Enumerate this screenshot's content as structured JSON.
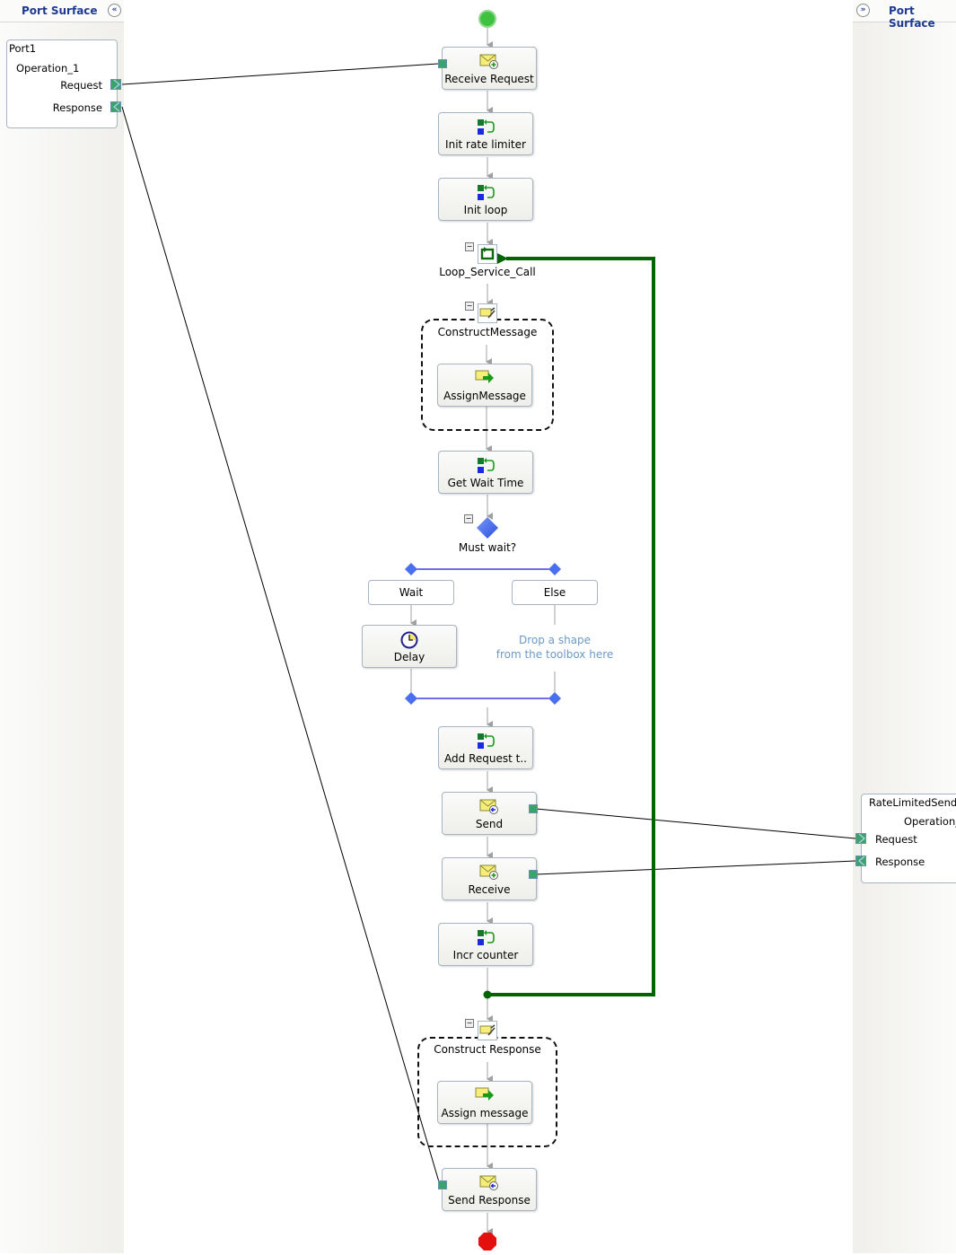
{
  "left_panel": {
    "title": "Port Surface",
    "collapse_icon": "double-chevron-left-icon",
    "port": {
      "name": "Port1",
      "operation": "Operation_1",
      "request": "Request",
      "response": "Response"
    }
  },
  "right_panel": {
    "title": "Port Surface",
    "expand_icon": "double-chevron-right-icon",
    "port": {
      "name": "RateLimitedSendP",
      "operation": "Operation_",
      "request": "Request",
      "response": "Response"
    }
  },
  "orchestration": {
    "start_icon": "start-green-circle-icon",
    "end_icon": "end-red-octagon-icon",
    "shapes": {
      "receive_request": {
        "label": "Receive Request",
        "icon": "receive-envelope-icon"
      },
      "init_rate_limiter": {
        "label": "Init rate limiter",
        "icon": "expression-icon"
      },
      "init_loop": {
        "label": "Init loop",
        "icon": "expression-icon"
      },
      "loop": {
        "label": "Loop_Service_Call",
        "icon": "loop-icon"
      },
      "construct_message": {
        "label": "ConstructMessage",
        "icon": "construct-message-icon"
      },
      "assign_message": {
        "label": "AssignMessage",
        "icon": "message-assignment-icon"
      },
      "get_wait_time": {
        "label": "Get Wait Time",
        "icon": "expression-icon"
      },
      "decide": {
        "label": "Must wait?",
        "icon": "decide-diamond-icon"
      },
      "branch_wait": {
        "label": "Wait"
      },
      "branch_else": {
        "label": "Else"
      },
      "delay": {
        "label": "Delay",
        "icon": "clock-icon"
      },
      "drop_hint_line1": "Drop a shape",
      "drop_hint_line2": "from the toolbox here",
      "add_request": {
        "label": "Add  Request  t..",
        "icon": "expression-icon"
      },
      "send": {
        "label": "Send",
        "icon": "send-envelope-icon"
      },
      "receive": {
        "label": "Receive",
        "icon": "receive-envelope-icon"
      },
      "incr_counter": {
        "label": "Incr counter",
        "icon": "expression-icon"
      },
      "construct_response": {
        "label": "Construct Response",
        "icon": "construct-message-icon"
      },
      "assign_message2": {
        "label": "Assign message",
        "icon": "message-assignment-icon"
      },
      "send_response": {
        "label": "Send Response",
        "icon": "send-envelope-icon"
      }
    },
    "colors": {
      "loop_back": "#006400",
      "branch_bar": "#1a1ad6",
      "flow_arrow": "#a0a0a0",
      "port_connector": "#3aa36a"
    }
  }
}
